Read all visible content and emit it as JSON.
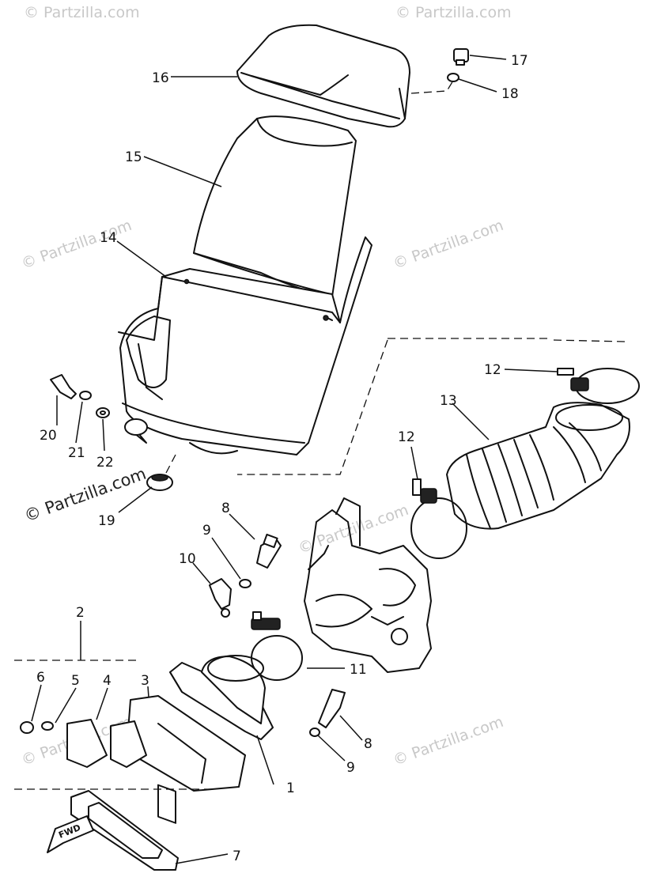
{
  "watermark": "© Partzilla.com",
  "fwd_label": "FWD",
  "callouts": {
    "c1": "1",
    "c2": "2",
    "c3": "3",
    "c4": "4",
    "c5": "5",
    "c6": "6",
    "c7": "7",
    "c8a": "8",
    "c8b": "8",
    "c9a": "9",
    "c9b": "9",
    "c10": "10",
    "c11": "11",
    "c12a": "12",
    "c12b": "12",
    "c13": "13",
    "c14": "14",
    "c15": "15",
    "c16": "16",
    "c17": "17",
    "c18": "18",
    "c19": "19",
    "c20": "20",
    "c21": "21",
    "c22": "22"
  }
}
